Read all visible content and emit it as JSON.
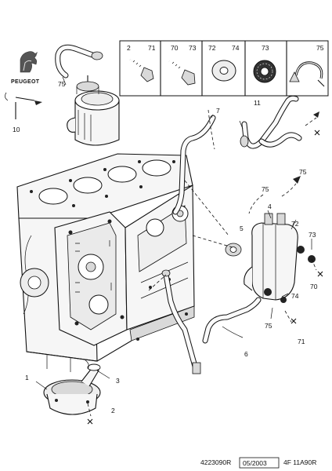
{
  "brand": {
    "name": "PEUGEOT"
  },
  "parts_table": {
    "cells": [
      {
        "numbers": [
          "2",
          "71"
        ]
      },
      {
        "numbers": [
          "70",
          "73"
        ]
      },
      {
        "numbers": [
          "72",
          "74"
        ]
      },
      {
        "numbers": [
          "73"
        ]
      },
      {
        "numbers": [
          "75"
        ]
      }
    ]
  },
  "callouts": {
    "c75_top": "75",
    "c10": "10",
    "c7": "7",
    "c11": "11",
    "c75_right": "75",
    "c75_mid": "75",
    "c4": "4",
    "c72": "72",
    "c5": "5",
    "c73": "73",
    "c70": "70",
    "c74": "74",
    "c75_low": "75",
    "c71": "71",
    "c6": "6",
    "c1": "1",
    "c3": "3",
    "c2": "2"
  },
  "footer": {
    "ref": "4223090R",
    "date": "05/2003",
    "code": "4F 11A90R"
  },
  "icons": [
    "peugeot-lion-logo",
    "bolt-icon",
    "washer-icon",
    "star-washer-icon",
    "hose-clamp-icon"
  ]
}
